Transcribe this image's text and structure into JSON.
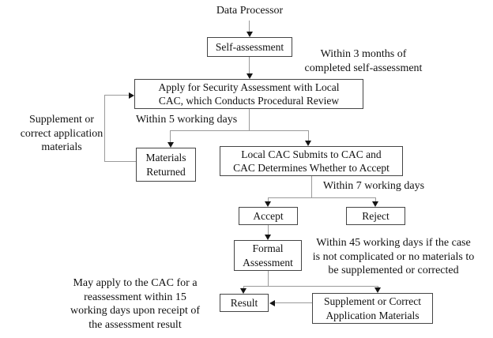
{
  "nodes": {
    "data_processor": {
      "label": "Data Processor"
    },
    "self_assessment": {
      "label": "Self-assessment"
    },
    "apply_security_assessment": {
      "label": "Apply for Security Assessment with Local\nCAC, which Conducts Procedural Review"
    },
    "materials_returned": {
      "label": "Materials\nReturned"
    },
    "local_cac_submits": {
      "label": "Local CAC Submits to CAC and\nCAC Determines Whether to Accept"
    },
    "accept": {
      "label": "Accept"
    },
    "reject": {
      "label": "Reject"
    },
    "formal_assessment": {
      "label": "Formal\nAssessment"
    },
    "result": {
      "label": "Result"
    },
    "supplement_correct": {
      "label": "Supplement or Correct\nApplication Materials"
    }
  },
  "annotations": {
    "within_3_months": {
      "text": "Within 3 months of\ncompleted self-assessment"
    },
    "within_5_days": {
      "text": "Within 5 working days"
    },
    "supplement_materials": {
      "text": "Supplement or\ncorrect application\nmaterials"
    },
    "within_7_days": {
      "text": "Within 7 working days"
    },
    "within_45_days": {
      "text": "Within 45 working days if the case\nis not complicated or no materials to\nbe supplemented or corrected"
    },
    "may_apply": {
      "text": "May apply to the CAC for a\nreassessment within 15\nworking days upon receipt of\nthe assessment result"
    }
  },
  "edges": [
    {
      "from": "data_processor",
      "to": "self_assessment"
    },
    {
      "from": "self_assessment",
      "to": "apply_security_assessment"
    },
    {
      "from": "apply_security_assessment",
      "to": "materials_returned"
    },
    {
      "from": "apply_security_assessment",
      "to": "local_cac_submits"
    },
    {
      "from": "materials_returned",
      "to": "apply_security_assessment"
    },
    {
      "from": "local_cac_submits",
      "to": "accept"
    },
    {
      "from": "local_cac_submits",
      "to": "reject"
    },
    {
      "from": "accept",
      "to": "formal_assessment"
    },
    {
      "from": "formal_assessment",
      "to": "result"
    },
    {
      "from": "formal_assessment",
      "to": "supplement_correct"
    },
    {
      "from": "supplement_correct",
      "to": "result"
    }
  ],
  "colors": {
    "background": "#ffffff",
    "text": "#111111",
    "box_border": "#454545",
    "connector_line": "#9a9a9a",
    "arrowhead": "#151515"
  }
}
